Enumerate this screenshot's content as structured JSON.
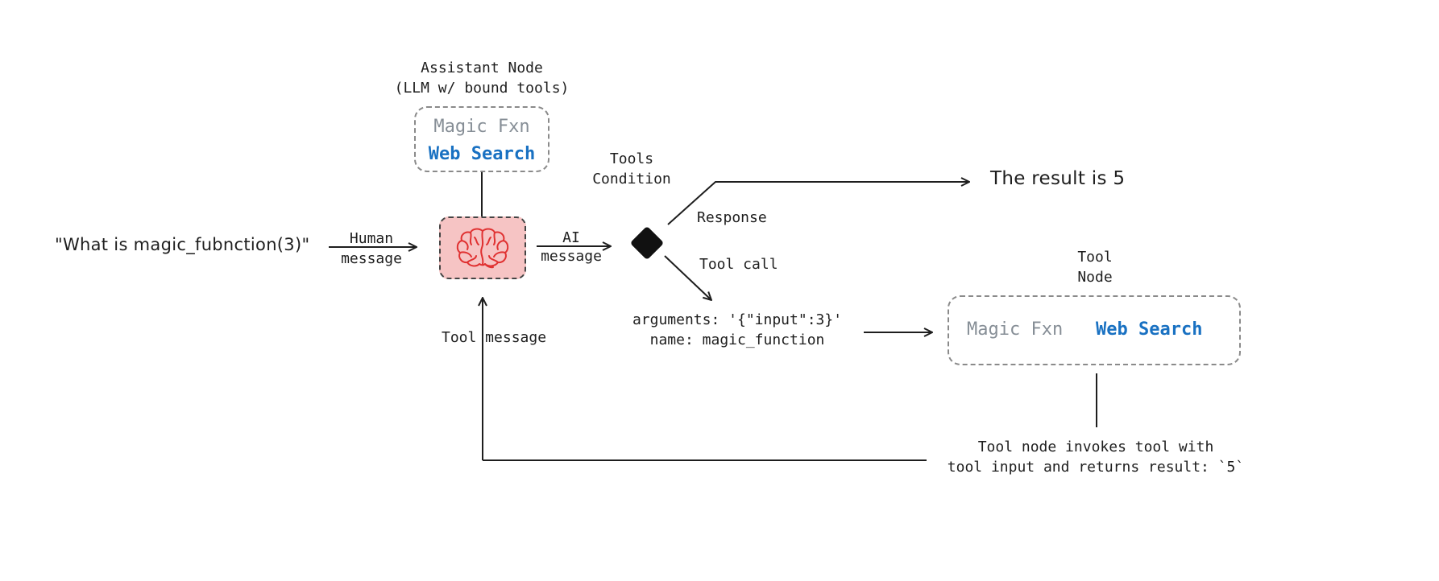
{
  "input_query": "\"What is magic_fubnction(3)\"",
  "human_message": {
    "line1": "Human",
    "line2": "message"
  },
  "assistant_node": {
    "line1": "Assistant Node",
    "line2": "(LLM w/ bound tools)"
  },
  "assistant_tools": {
    "tool1": "Magic Fxn",
    "tool2": "Web Search"
  },
  "ai_message": {
    "line1": "AI",
    "line2": "message"
  },
  "tools_condition": {
    "line1": "Tools",
    "line2": "Condition"
  },
  "response_label": "Response",
  "result_text": "The result is 5",
  "tool_call_label": "Tool call",
  "tool_call_args": {
    "line1": "arguments: '{\"input\":3}'",
    "line2": "name: magic_function"
  },
  "tool_node": {
    "line1": "Tool",
    "line2": "Node"
  },
  "tool_node_tools": {
    "tool1": "Magic Fxn",
    "tool2": "Web Search"
  },
  "tool_message_label": "Tool message",
  "tool_node_note": {
    "line1": "Tool node invokes tool with",
    "line2": "tool input and returns result: `5`"
  },
  "colors": {
    "brain_fill": "#f6c4c4",
    "brain_stroke": "#e03131",
    "tool_blue": "#1971c2",
    "tool_gray": "#868e96"
  },
  "icons": {
    "assistant": "brain-icon",
    "condition": "diamond-icon"
  }
}
